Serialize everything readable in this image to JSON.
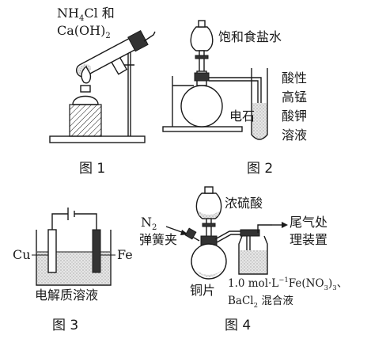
{
  "figure1": {
    "reagent_line1": "NH",
    "reagent_sub1": "4",
    "reagent_line1_rest": "Cl 和",
    "reagent_line2": "Ca(OH)",
    "reagent_sub2": "2",
    "caption": "图 1"
  },
  "figure2": {
    "funnel_label": "饱和食盐水",
    "flask_label": "电石",
    "tube_label_lines": [
      "酸性",
      "高锰",
      "酸钾",
      "溶液"
    ],
    "caption": "图 2"
  },
  "figure3": {
    "left_electrode": "Cu",
    "right_electrode": "Fe",
    "solution_label": "电解质溶液",
    "caption": "图 3"
  },
  "figure4": {
    "funnel_label": "浓硫酸",
    "gas_in": "N",
    "gas_in_sub": "2",
    "clamp_label": "弹簧夹",
    "flask_label": "铜片",
    "tail_gas_line1": "尾气处",
    "tail_gas_line2": "理装置",
    "solution_line1": "1.0 mol·L",
    "solution_line1_sup": "−1",
    "solution_line1_rest": "Fe(NO",
    "solution_line1_sub": "3",
    "solution_line1_end": ")",
    "solution_line1_sub2": "3",
    "solution_line1_tail": "、",
    "solution_line2": "BaCl",
    "solution_line2_sub": "2",
    "solution_line2_rest": " 混合液",
    "caption": "图 4"
  }
}
